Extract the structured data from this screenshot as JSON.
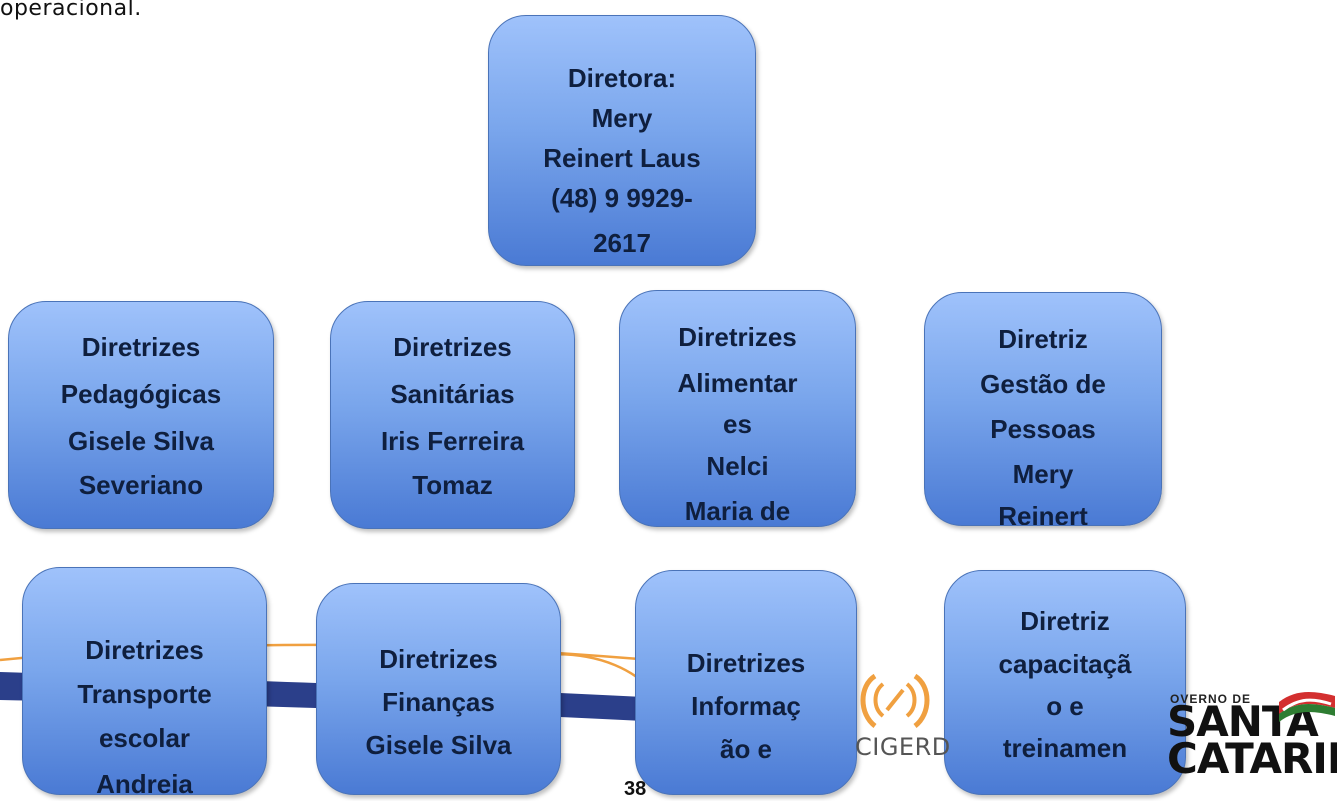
{
  "header_text": "operacional.",
  "page_number": "38",
  "logos": {
    "cigerd": "CIGERD",
    "sc_top": "OVERNO DE",
    "sc_line1": "SANTA",
    "sc_line2": "CATARINA"
  },
  "nodes": {
    "director": [
      "Diretora:",
      "Mery",
      "Reinert Laus",
      "(48) 9 9929-",
      "2617"
    ],
    "pedagogicas": [
      "Diretrizes",
      "Pedagógicas",
      "Gisele Silva",
      "Severiano"
    ],
    "sanitarias": [
      "Diretrizes",
      "Sanitárias",
      "Iris Ferreira",
      "Tomaz"
    ],
    "alimentares": [
      "Diretrizes",
      "Alimentar",
      "es",
      "Nelci",
      "Maria de"
    ],
    "gestao": [
      "Diretriz",
      "Gestão de",
      "Pessoas",
      "Mery",
      "Reinert"
    ],
    "transporte": [
      "Diretrizes",
      "Transporte",
      "escolar",
      "Andreia"
    ],
    "financas": [
      "Diretrizes",
      "Finanças",
      "Gisele Silva"
    ],
    "informacao": [
      "Diretrizes",
      "Informaç",
      "ão e"
    ],
    "capacitacao": [
      "Diretriz",
      "capacitaçã",
      "o e",
      "treinamen"
    ]
  },
  "colors": {
    "box_top": "#9fc2fb",
    "box_bottom": "#4a7ad4",
    "text": "#0f1f3e",
    "band_blue": "#2b3f8a",
    "band_orange": "#f0a040"
  }
}
